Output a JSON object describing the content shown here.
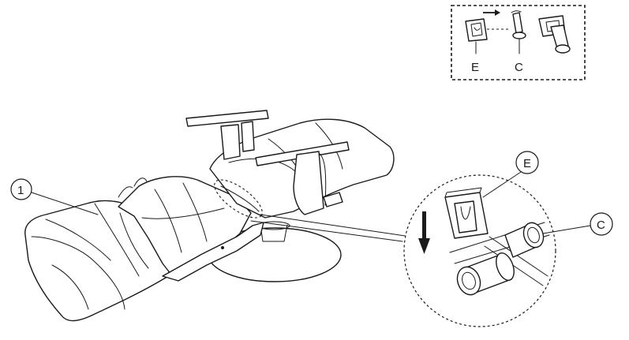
{
  "callouts": {
    "part_1": "1",
    "clip_e": "E",
    "bolt_c": "C"
  },
  "inset": {
    "clip_label": "E",
    "bolt_label": "C"
  },
  "colors": {
    "line": "#1a1a1a",
    "background": "#ffffff"
  }
}
